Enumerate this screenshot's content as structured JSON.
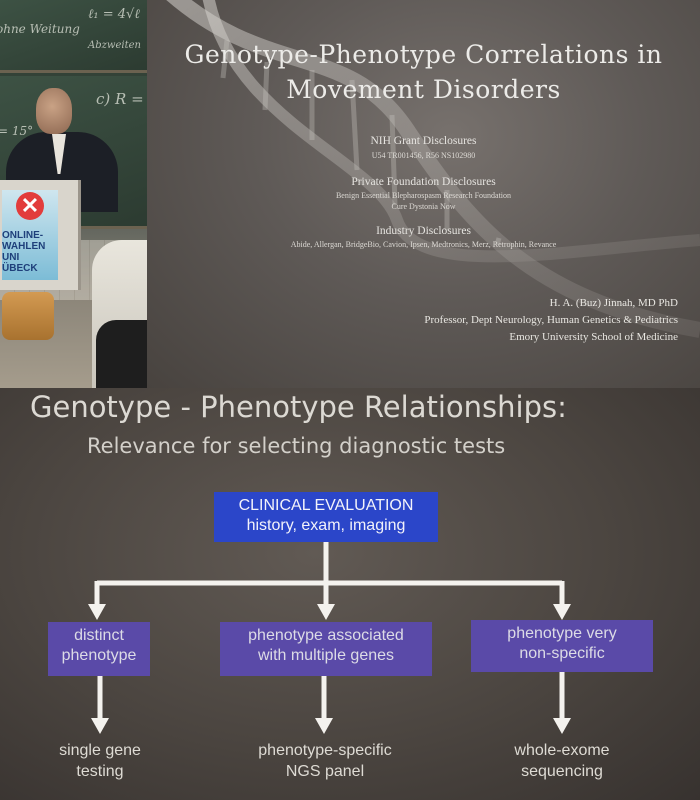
{
  "photo": {
    "chalk": [
      "ohne Weitung",
      "ℓ₁ = 4√ℓ",
      "Abzweiten",
      "c) R =",
      "= 15°"
    ],
    "poster": {
      "lines": [
        "ONLINE-",
        "WAHLEN",
        "UNI",
        "ÜBECK"
      ]
    }
  },
  "slide1": {
    "title_line1": "Genotype-Phenotype Correlations in",
    "title_line2": "Movement Disorders",
    "nih_heading": "NIH Grant Disclosures",
    "nih_detail": "U54 TR001456, R56 NS102980",
    "private_heading": "Private Foundation Disclosures",
    "private_line1": "Benign Essential Blepharospasm Research Foundation",
    "private_line2": "Cure Dystonia Now",
    "industry_heading": "Industry Disclosures",
    "industry_detail": "Abide, Allergan, BridgeBio, Cavion, Ipsen, Medtronics, Merz, Retrophin, Revance",
    "author_name": "H. A. (Buz) Jinnah, MD PhD",
    "author_title": "Professor, Dept Neurology, Human Genetics & Pediatrics",
    "author_affiliation": "Emory University School of Medicine"
  },
  "slide2": {
    "title": "Genotype - Phenotype Relationships:",
    "subtitle": "Relevance for selecting diagnostic tests",
    "root": {
      "line1": "CLINICAL EVALUATION",
      "line2": "history, exam, imaging",
      "color": "#2b46c9"
    },
    "branches": [
      {
        "line1": "distinct",
        "line2": "phenotype",
        "out1": "single gene",
        "out2": "testing"
      },
      {
        "line1": "phenotype associated",
        "line2": "with multiple genes",
        "out1": "phenotype-specific",
        "out2": "NGS panel"
      },
      {
        "line1": "phenotype very",
        "line2": "non-specific",
        "out1": "whole-exome",
        "out2": "sequencing"
      }
    ],
    "branch_color": "#5a4aa8",
    "arrow_color": "#f4f2ee"
  }
}
